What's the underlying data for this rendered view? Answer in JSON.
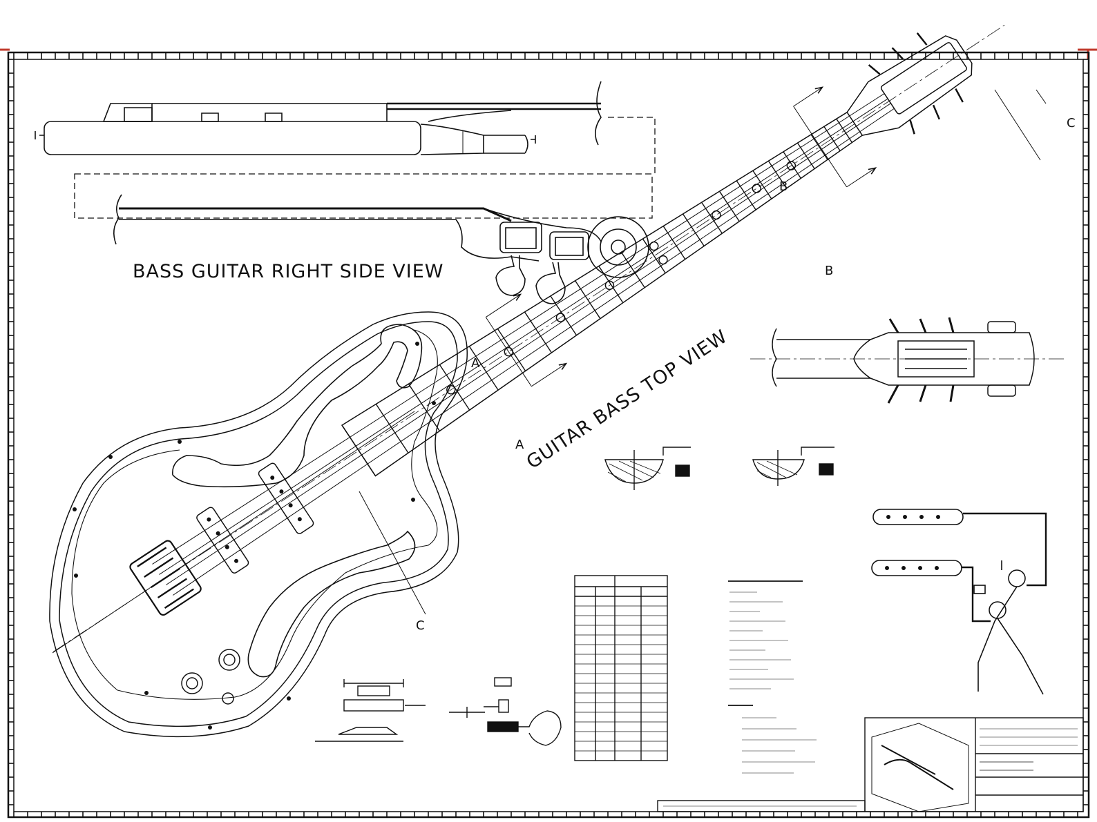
{
  "drawing": {
    "title_side_view": "BASS GUITAR RIGHT SIDE VIEW",
    "title_top_view": "GUITAR BASS TOP VIEW",
    "section_marks": {
      "a": "A",
      "b": "B",
      "c": "C"
    },
    "stroke_color": "#111111",
    "border_accent_color": "#c0392b"
  }
}
